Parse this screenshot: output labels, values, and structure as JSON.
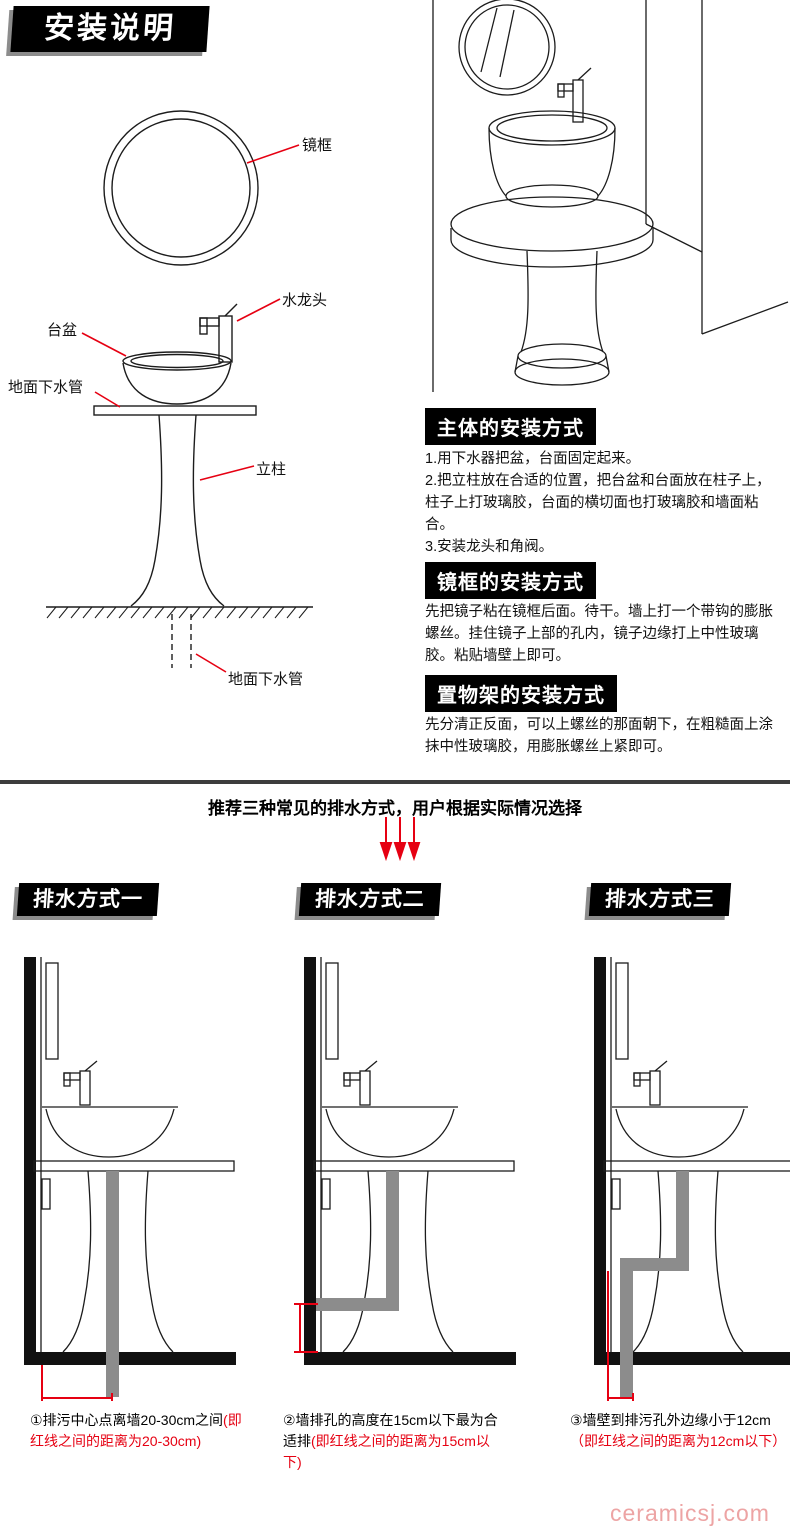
{
  "page": {
    "title": "安装说明",
    "watermark": "ceramicsj.com"
  },
  "main_diagram": {
    "labels": {
      "mirror_frame": "镜框",
      "faucet": "水龙头",
      "basin": "台盆",
      "drain_left": "地面下水管",
      "pedestal": "立柱",
      "drain_bottom": "地面下水管"
    }
  },
  "instructions": {
    "sections": [
      {
        "title": "主体的安装方式",
        "items": [
          "1.用下水器把盆，台面固定起来。",
          "2.把立柱放在合适的位置，把台盆和台面放在柱子上，柱子上打玻璃胶，台面的横切面也打玻璃胶和墙面粘合。",
          "3.安装龙头和角阀。"
        ]
      },
      {
        "title": "镜框的安装方式",
        "items": [
          "先把镜子粘在镜框后面。待干。墙上打一个带钩的膨胀螺丝。挂住镜子上部的孔内，镜子边缘打上中性玻璃胶。粘贴墙壁上即可。"
        ]
      },
      {
        "title": "置物架的安装方式",
        "items": [
          "先分清正反面，可以上螺丝的那面朝下，在粗糙面上涂抹中性玻璃胶，用膨胀螺丝上紧即可。"
        ]
      }
    ]
  },
  "drainage": {
    "intro": "推荐三种常见的排水方式，用户根据实际情况选择",
    "methods": [
      {
        "title": "排水方式一",
        "caption": "①排污中心点离墙20-30cm之间",
        "caption_red": "(即红线之间的距离为20-30cm)"
      },
      {
        "title": "排水方式二",
        "caption": "②墙排孔的高度在15cm以下最为合适排",
        "caption_red": "(即红线之间的距离为15cm以下)"
      },
      {
        "title": "排水方式三",
        "caption": "③墙壁到排污孔外边缘小于12cm",
        "caption_red": "（即红线之间的距离为12cm以下）"
      }
    ]
  },
  "colors": {
    "accent_red": "#e60012",
    "pipe_gray": "#8c8c8c",
    "banner_bg": "#000000",
    "line_black": "#1c1c1c",
    "watermark_pink": "#eda4a4"
  }
}
